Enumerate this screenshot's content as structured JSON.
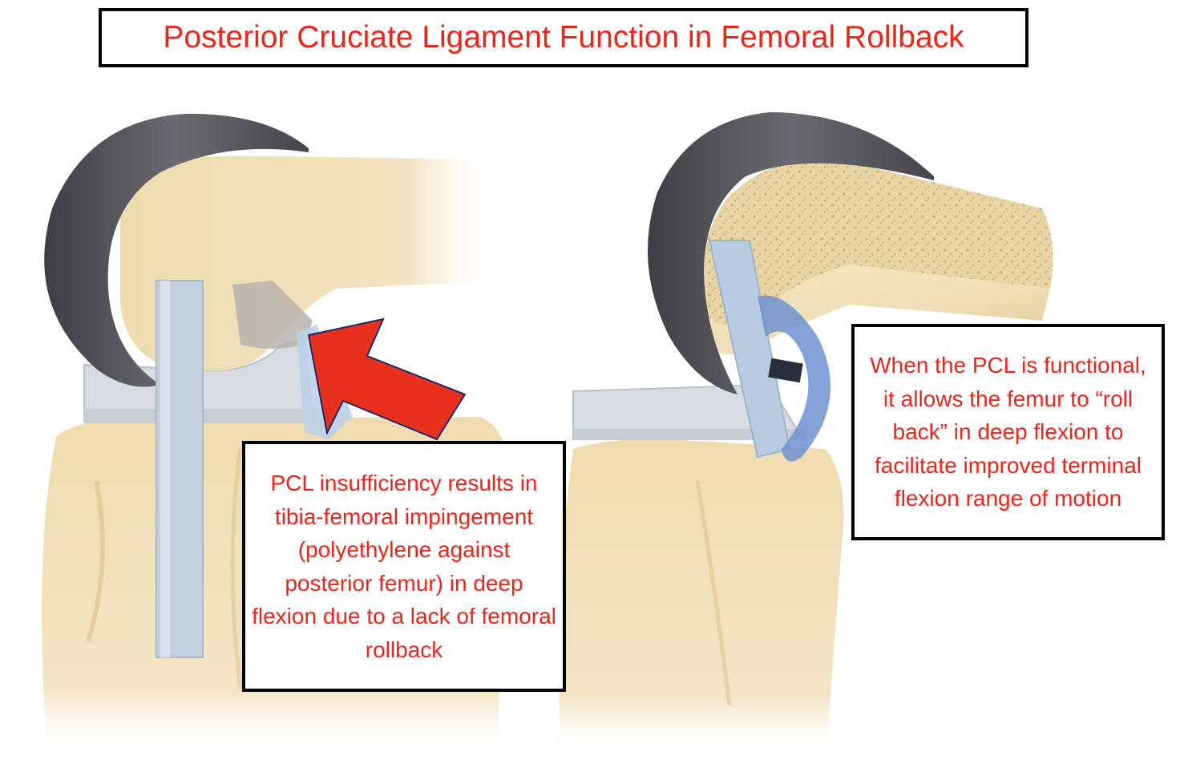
{
  "title": "Posterior Cruciate Ligament Function in Femoral Rollback",
  "left_callout": {
    "text": "PCL insufficiency results in tibia-femoral impingement (polyethylene against posterior femur) in deep flexion due to a lack of femoral rollback"
  },
  "right_callout": {
    "text": "When the PCL is functional, it allows the femur to “roll back” in deep flexion to facilitate improved terminal flexion range of motion"
  },
  "colors": {
    "text_red": "#e8261c",
    "arrow_red": "#e8301e",
    "arrow_outline": "#1c2a6b",
    "bone": "#eedcb0",
    "bone_shadow": "#d9c08c",
    "femoral_component": "#55555c",
    "polyethylene_insert": "#d7dce2",
    "ligament_blue": "#b8cbe0",
    "pcl_blue": "#6f92cf"
  },
  "icons": [
    "arrow-icon"
  ]
}
